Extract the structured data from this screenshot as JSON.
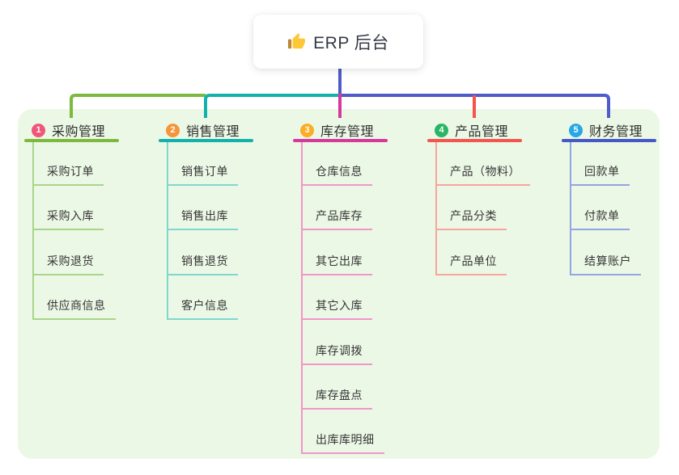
{
  "root": {
    "label": "ERP 后台",
    "icon": "thumbs-up"
  },
  "panel": {
    "background": "#ECF8E6"
  },
  "connectors": {
    "root_stem_color": "#4F5BC8"
  },
  "branches": [
    {
      "num": "1",
      "label": "采购管理",
      "badge_color": "#F2557A",
      "line_color": "#7CB93E",
      "light_color": "#A9D489",
      "children": [
        "采购订单",
        "采购入库",
        "采购退货",
        "供应商信息"
      ]
    },
    {
      "num": "2",
      "label": "销售管理",
      "badge_color": "#F79438",
      "line_color": "#12B2AC",
      "light_color": "#7FD7CF",
      "children": [
        "销售订单",
        "销售出库",
        "销售退货",
        "客户信息"
      ]
    },
    {
      "num": "3",
      "label": "库存管理",
      "badge_color": "#FBAD23",
      "line_color": "#D6399B",
      "light_color": "#F295CB",
      "children": [
        "仓库信息",
        "产品库存",
        "其它出库",
        "其它入库",
        "库存调拨",
        "库存盘点",
        "出库库明细"
      ]
    },
    {
      "num": "4",
      "label": "产品管理",
      "badge_color": "#28B566",
      "line_color": "#F5544E",
      "light_color": "#F9A49F",
      "children": [
        "产品（物料）",
        "产品分类",
        "产品单位"
      ]
    },
    {
      "num": "5",
      "label": "财务管理",
      "badge_color": "#27A7E8",
      "line_color": "#4459C7",
      "light_color": "#93A5E4",
      "children": [
        "回款单",
        "付款单",
        "结算账户"
      ]
    }
  ]
}
